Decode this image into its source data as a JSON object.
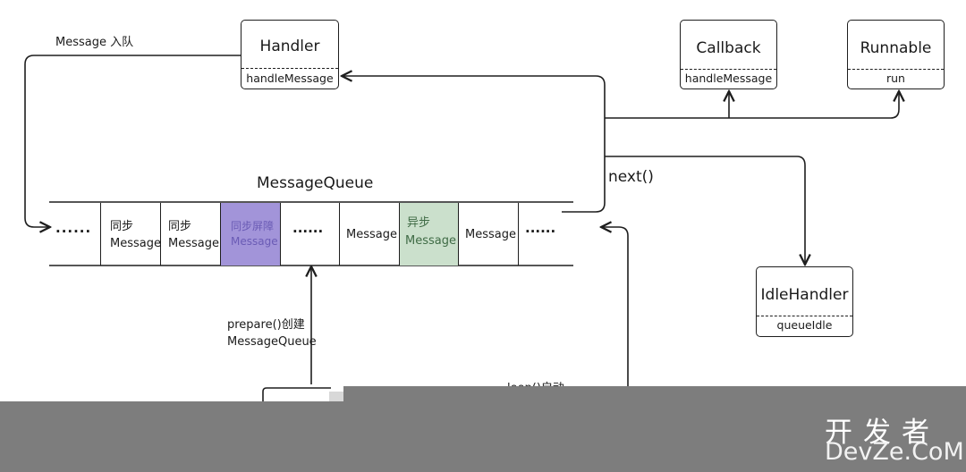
{
  "handler": {
    "title": "Handler",
    "method": "handleMessage"
  },
  "callback": {
    "title": "Callback",
    "method": "handleMessage"
  },
  "runnable": {
    "title": "Runnable",
    "method": "run"
  },
  "idle_handler": {
    "title": "IdleHandler",
    "method": "queueIdle"
  },
  "queue": {
    "title": "MessageQueue",
    "cells": [
      {
        "text": "······"
      },
      {
        "line1": "同步",
        "line2": "Message"
      },
      {
        "line1": "同步",
        "line2": "Message"
      },
      {
        "line1": "同步屏障",
        "line2": "Message"
      },
      {
        "text": "······"
      },
      {
        "text": "Message"
      },
      {
        "line1": "异步",
        "line2": "Message"
      },
      {
        "text": "Message"
      },
      {
        "text": "······"
      }
    ]
  },
  "labels": {
    "enqueue": "Message 入队",
    "next": "next()",
    "prepare_line1": "prepare()创建",
    "prepare_line2": "MessageQueue",
    "loop": "loop()启动"
  },
  "colors": {
    "barrier_fill": "#a294d9",
    "async_fill": "#cbe0cc",
    "line": "#1e1e1e"
  },
  "watermark": {
    "cn": "开发者",
    "en": "DevZe.CoM"
  }
}
